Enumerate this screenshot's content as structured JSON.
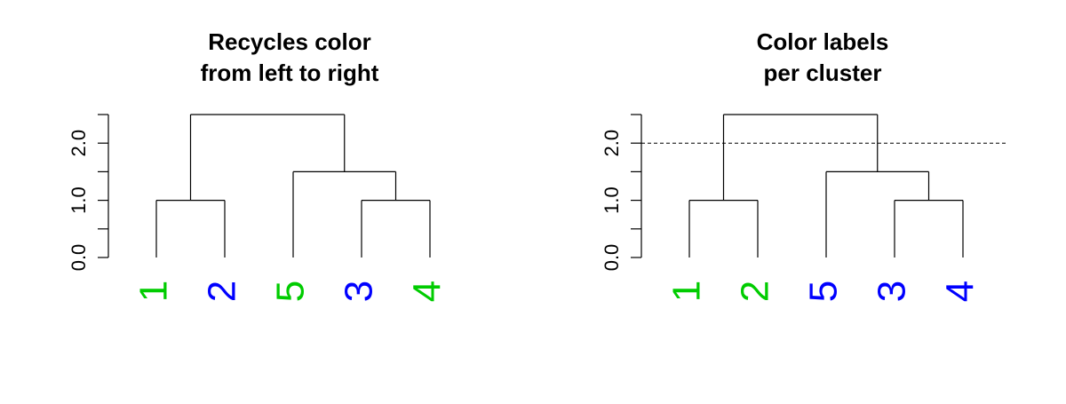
{
  "chart_data": [
    {
      "type": "dendrogram",
      "title_lines": [
        "Recycles color",
        "from left to right"
      ],
      "y_ticks": [
        0.0,
        1.0,
        2.0
      ],
      "y_tick_labels": [
        "0.0",
        "1.0",
        "2.0"
      ],
      "ylim": [
        0,
        2.5
      ],
      "leaves": [
        {
          "label": "1",
          "color": "#00cc00"
        },
        {
          "label": "2",
          "color": "#0000ff"
        },
        {
          "label": "5",
          "color": "#00cc00"
        },
        {
          "label": "3",
          "color": "#0000ff"
        },
        {
          "label": "4",
          "color": "#00cc00"
        }
      ],
      "merges": [
        {
          "members": [
            "1",
            "2"
          ],
          "height": 1.0
        },
        {
          "members": [
            "3",
            "4"
          ],
          "height": 1.0
        },
        {
          "members": [
            "5",
            "3",
            "4"
          ],
          "height": 1.5
        },
        {
          "members": [
            "1",
            "2",
            "5",
            "3",
            "4"
          ],
          "height": 2.5
        }
      ],
      "cut_height": null
    },
    {
      "type": "dendrogram",
      "title_lines": [
        "Color labels",
        "per cluster"
      ],
      "y_ticks": [
        0.0,
        1.0,
        2.0
      ],
      "y_tick_labels": [
        "0.0",
        "1.0",
        "2.0"
      ],
      "ylim": [
        0,
        2.5
      ],
      "leaves": [
        {
          "label": "1",
          "color": "#00cc00"
        },
        {
          "label": "2",
          "color": "#00cc00"
        },
        {
          "label": "5",
          "color": "#0000ff"
        },
        {
          "label": "3",
          "color": "#0000ff"
        },
        {
          "label": "4",
          "color": "#0000ff"
        }
      ],
      "merges": [
        {
          "members": [
            "1",
            "2"
          ],
          "height": 1.0
        },
        {
          "members": [
            "3",
            "4"
          ],
          "height": 1.0
        },
        {
          "members": [
            "5",
            "3",
            "4"
          ],
          "height": 1.5
        },
        {
          "members": [
            "1",
            "2",
            "5",
            "3",
            "4"
          ],
          "height": 2.5
        }
      ],
      "cut_height": 2.0
    }
  ]
}
